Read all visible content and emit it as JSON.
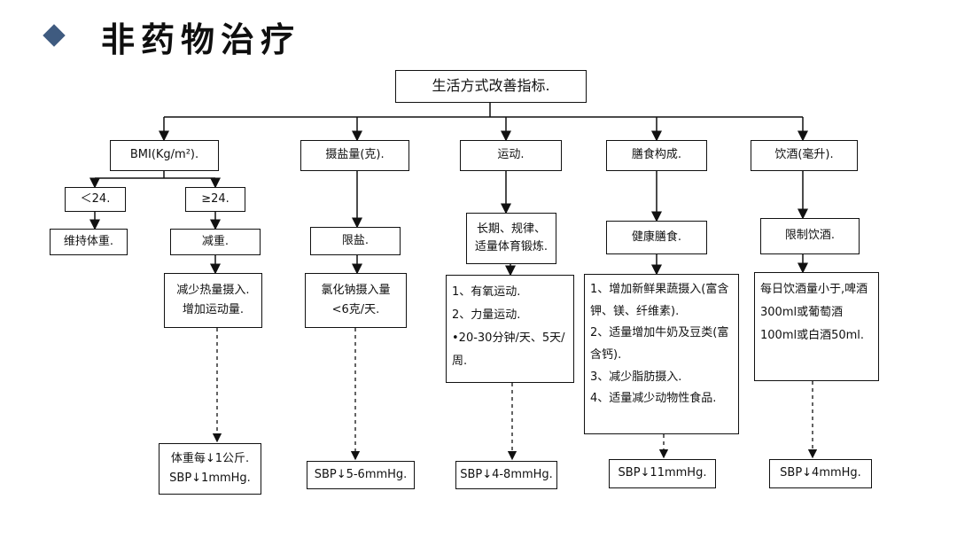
{
  "slide": {
    "title": "非药物治疗"
  },
  "diagram": {
    "root": "生活方式改善指标.",
    "bmi": {
      "label": "BMI(Kg/m²).",
      "lt": "＜24.",
      "ge": "≥24.",
      "maintain": "维持体重.",
      "reduce": "减重.",
      "advice": "减少热量摄入.\n增加运动量.",
      "effect": "体重每↓1公斤.\nSBP↓1mmHg."
    },
    "salt": {
      "label": "摄盐量(克).",
      "limit": "限盐.",
      "advice": "氯化钠摄入量\n<6克/天.",
      "effect": "SBP↓5-6mmHg."
    },
    "exercise": {
      "label": "运动.",
      "regular": "长期、规律、\n适量体育锻炼.",
      "advice": "1、有氧运动.\n2、力量运动.\n•20-30分钟/天、5天/周.",
      "effect": "SBP↓4-8mmHg."
    },
    "diet": {
      "label": "膳食构成.",
      "healthy": "健康膳食.",
      "advice": "1、增加新鲜果蔬摄入(富含钾、镁、纤维素).\n2、适量增加牛奶及豆类(富含钙).\n3、减少脂肪摄入.\n4、适量减少动物性食品.",
      "effect": "SBP↓11mmHg."
    },
    "alcohol": {
      "label": "饮酒(毫升).",
      "limit": "限制饮酒.",
      "advice": "每日饮酒量小于,啤酒300ml或葡萄酒100ml或白酒50ml.",
      "effect": "SBP↓4mmHg."
    }
  }
}
